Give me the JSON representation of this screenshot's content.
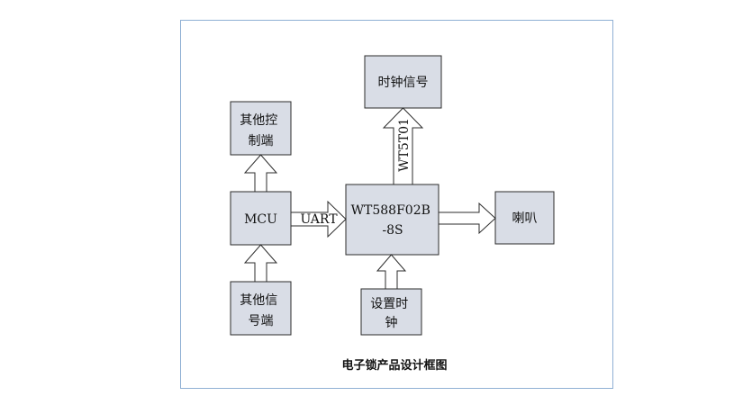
{
  "diagram": {
    "nodes": {
      "clock_signal": [
        "时钟信号"
      ],
      "other_control": [
        "其他控",
        "制端"
      ],
      "mcu": [
        "MCU"
      ],
      "wt588": [
        "WT588F02B",
        "-8S"
      ],
      "speaker": [
        "喇叭"
      ],
      "other_signal": [
        "其他信",
        "号端"
      ],
      "set_clock": [
        "设置时",
        "钟"
      ]
    },
    "edges": {
      "uart": "UART",
      "wt5t01": "WT5T01"
    },
    "title": "电子锁产品设计框图"
  }
}
